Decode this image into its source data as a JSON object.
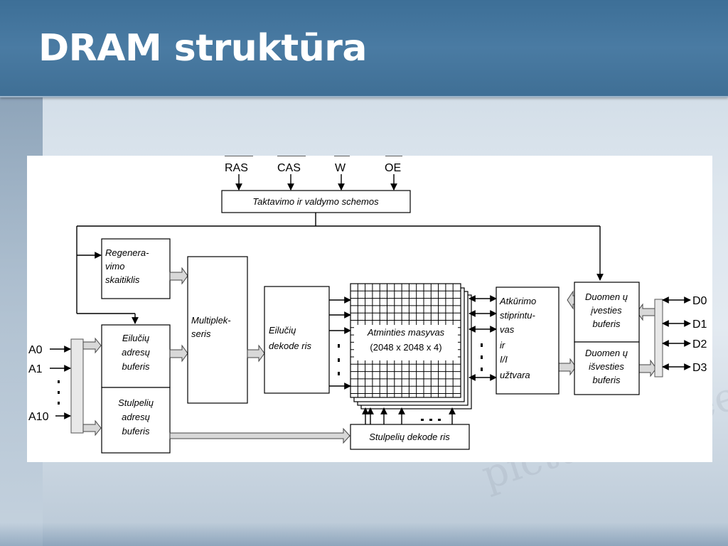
{
  "slide": {
    "title": "DRAM struktūra"
  },
  "diagram": {
    "control_inputs": [
      "RAS",
      "CAS",
      "W",
      "OE"
    ],
    "timing_block": "Taktavimo ir valdymo schemos",
    "refresh_counter": [
      "Regenera-",
      "vimo",
      "skaitiklis"
    ],
    "row_address_buffer": [
      "Eilučių",
      "adresų",
      "buferis"
    ],
    "column_address_buffer": [
      "Stulpelių",
      "adresų",
      "buferis"
    ],
    "multiplexer": [
      "Multiplek-",
      "seris"
    ],
    "row_decoder": [
      "Eilučių",
      "dekode ris"
    ],
    "memory_array": [
      "Atminties masyvas",
      "(2048 x 2048 x 4)"
    ],
    "sense_amp": [
      "Atkūrimo",
      "stiprintu-",
      "vas",
      "ir",
      "I/I",
      "užtvara"
    ],
    "column_decoder": "Stulpelių dekode ris",
    "data_input_buffer": [
      "Duomen ų",
      "įvesties",
      "buferis"
    ],
    "data_output_buffer": [
      "Duomen ų",
      "išvesties",
      "buferis"
    ],
    "address_pins": [
      "A0",
      "A1",
      "A10"
    ],
    "data_pins": [
      "D0",
      "D1",
      "D2",
      "D3"
    ]
  }
}
